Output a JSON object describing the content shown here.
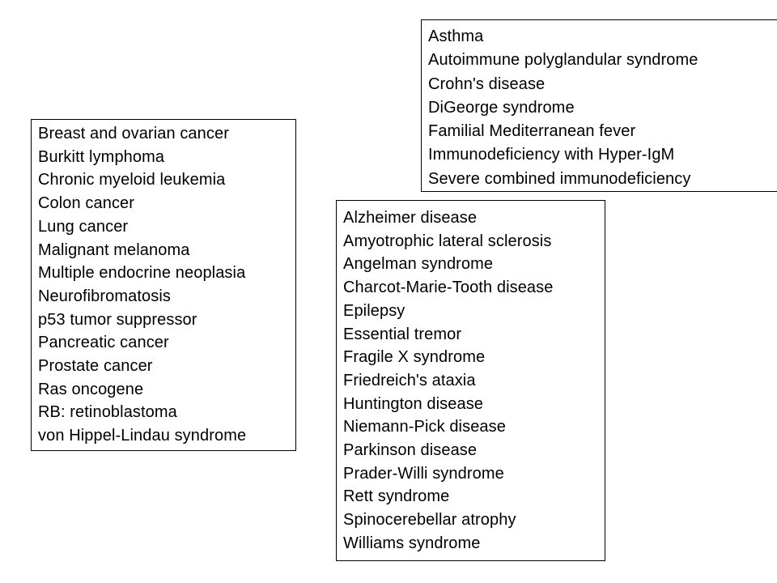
{
  "boxes": {
    "cancer": {
      "items": [
        "Breast and ovarian cancer",
        "Burkitt lymphoma",
        "Chronic myeloid leukemia",
        "Colon cancer",
        "Lung cancer",
        "Malignant melanoma",
        "Multiple endocrine neoplasia",
        "Neurofibromatosis",
        "p53 tumor suppressor",
        "Pancreatic cancer",
        "Prostate cancer",
        "Ras oncogene",
        "RB: retinoblastoma",
        "von Hippel-Lindau syndrome"
      ]
    },
    "immune": {
      "items": [
        "Asthma",
        "Autoimmune polyglandular syndrome",
        "Crohn's disease",
        "DiGeorge syndrome",
        "Familial Mediterranean fever",
        "Immunodeficiency with Hyper-IgM",
        "Severe combined immunodeficiency"
      ]
    },
    "neuro": {
      "items": [
        "Alzheimer disease",
        "Amyotrophic lateral sclerosis",
        "Angelman syndrome",
        "Charcot-Marie-Tooth disease",
        "Epilepsy",
        "Essential tremor",
        "Fragile X syndrome",
        "Friedreich's ataxia",
        "Huntington disease",
        "Niemann-Pick disease",
        "Parkinson disease",
        "Prader-Willi syndrome",
        "Rett syndrome",
        "Spinocerebellar atrophy",
        "Williams syndrome"
      ]
    }
  }
}
